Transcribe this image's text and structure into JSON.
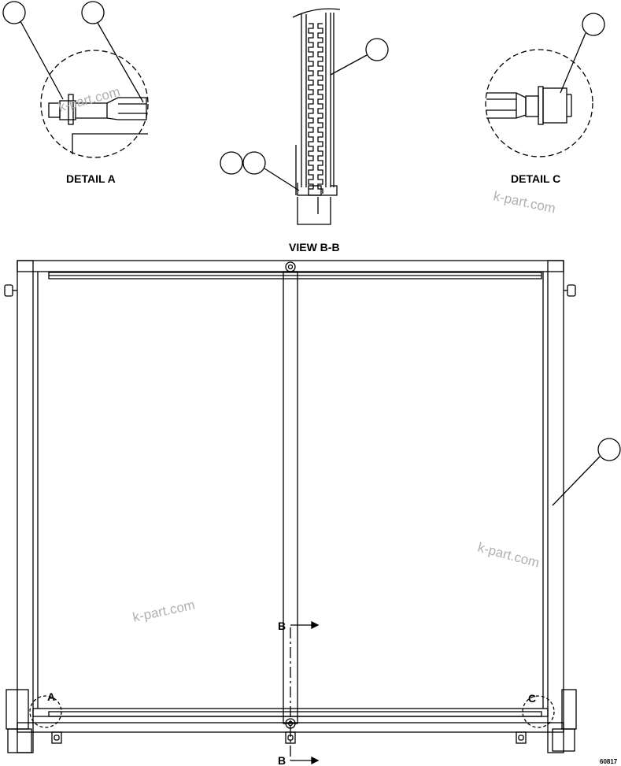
{
  "diagram": {
    "detail_a_caption": "DETAIL A",
    "detail_c_caption": "DETAIL C",
    "view_caption": "VIEW B-B",
    "detail_a_marker": "A",
    "detail_c_marker": "C",
    "section_marker_top": "B",
    "section_marker_bottom": "B",
    "drawing_number": "60817",
    "watermarks": [
      "k-part.com",
      "k-part.com",
      "k-part.com",
      "k-part.com"
    ]
  }
}
